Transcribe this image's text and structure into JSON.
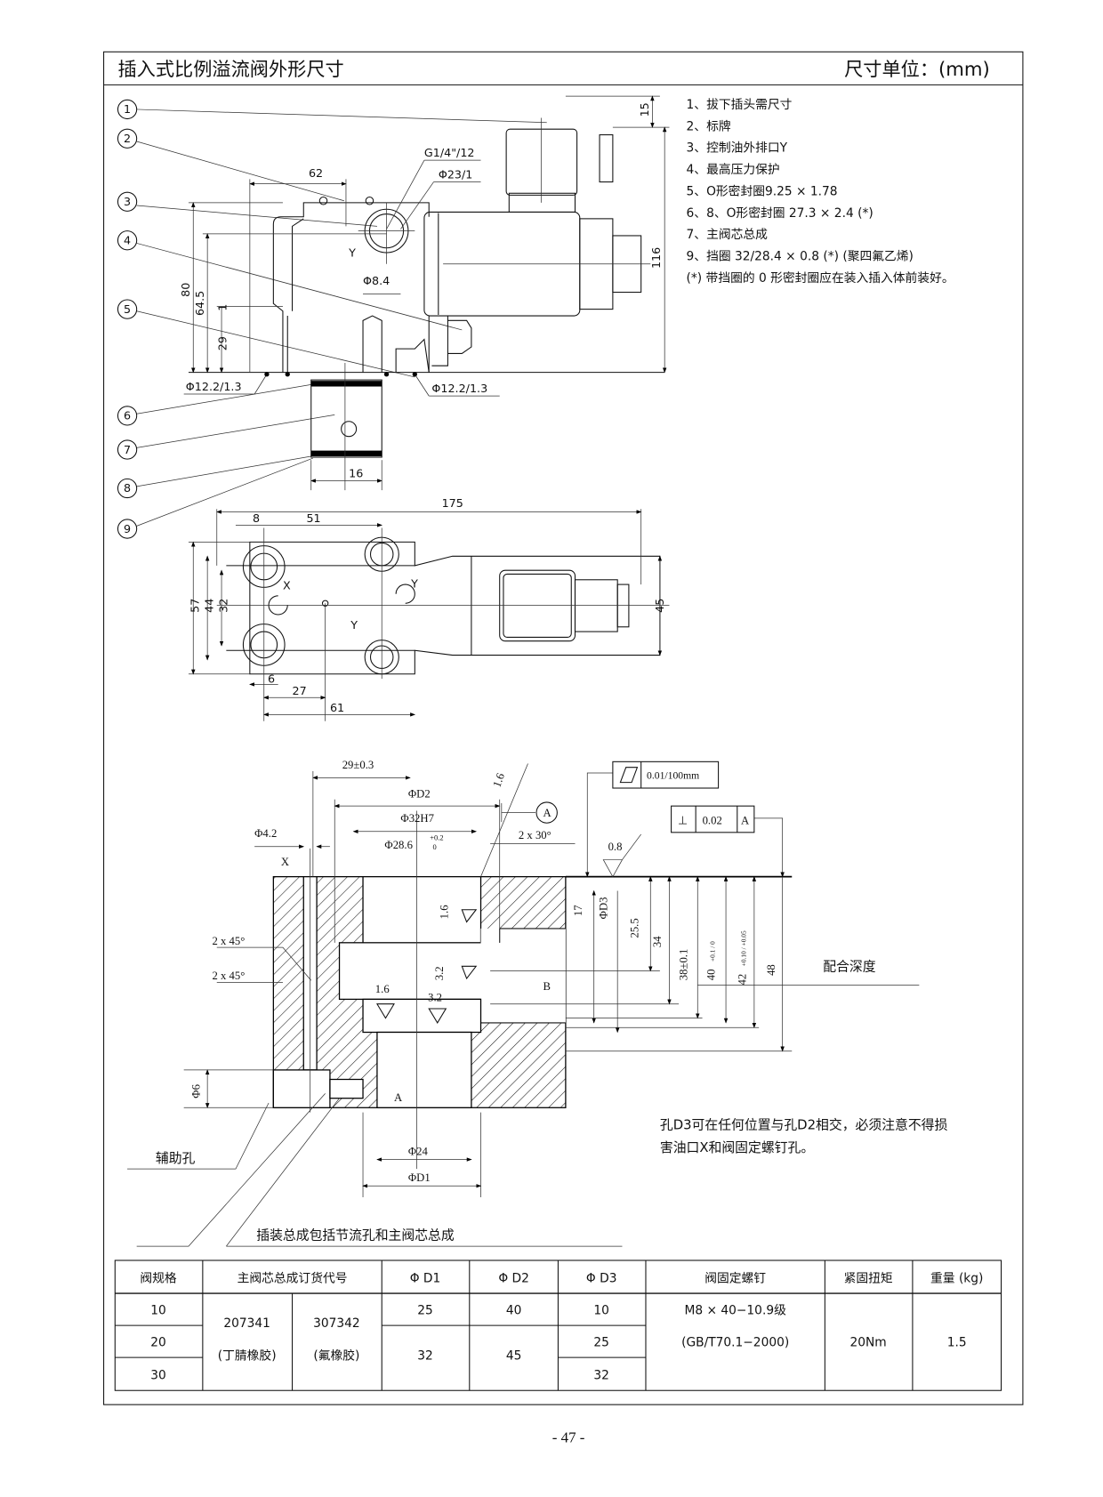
{
  "header": {
    "title": "插入式比例溢流阀外形尺寸",
    "unit": "尺寸单位：(mm)"
  },
  "notes": [
    "1、拔下插头需尺寸",
    "2、标牌",
    "3、控制油外排口Y",
    "4、最高压力保护",
    "5、O形密封圈9.25 × 1.78",
    "6、8、O形密封圈 27.3 × 2.4 (*)",
    "7、主阀芯总成",
    "9、挡圈 32/28.4 × 0.8 (*) (聚四氟乙烯)",
    "(*) 带挡圈的 0 形密封圈应在装入插入体前装好。"
  ],
  "balloons": [
    "1",
    "2",
    "3",
    "4",
    "5",
    "6",
    "7",
    "8",
    "9"
  ],
  "elevation": {
    "dim_15": "15",
    "dim_116": "116",
    "dim_62": "62",
    "dim_80": "80",
    "dim_64_5": "64.5",
    "dim_29": "29",
    "dim_1": "1",
    "phi_8_4": "Φ8.4",
    "thread": "G1/4\"/12",
    "phi_23": "Φ23/1",
    "port_y": "Y",
    "seal_left": "Φ12.2/1.3",
    "seal_right": "Φ12.2/1.3",
    "dim_16": "16"
  },
  "plan": {
    "dim_175": "175",
    "dim_8": "8",
    "dim_51": "51",
    "dim_57": "57",
    "dim_44": "44",
    "dim_32": "32",
    "dim_45": "45",
    "dim_6": "6",
    "dim_27": "27",
    "dim_61": "61",
    "port_x": "X",
    "port_y1": "Y",
    "port_y2": "Y"
  },
  "section": {
    "dim_29": "29±0.3",
    "phi_d2": "ΦD2",
    "phi_32h7": "Φ32H7",
    "phi_28_6": "Φ28.6",
    "tol_upper": "+0.2",
    "tol_lower": "0",
    "phi_4_2": "Φ4.2",
    "port_x": "X",
    "rough_1_6_top": "1.6",
    "datum_a": "A",
    "chamfer_30": "2 x 30°",
    "flatness_value": "0.01/100mm",
    "perp_symbol": "⊥",
    "perp_value": "0.02",
    "perp_datum": "A",
    "rough_0_8": "0.8",
    "chamfer_45_a": "2 x 45°",
    "chamfer_45_b": "2 x 45°",
    "rough_1_6_bore": "1.6",
    "rough_3_2_bore": "3.2",
    "rough_1_6_low": "1.6",
    "rough_3_2_low": "3.2",
    "port_b": "B",
    "port_a": "A",
    "dim_17": "17",
    "phi_d3": "ΦD3",
    "dim_25_5": "25.5",
    "dim_34": "34",
    "dim_38": "38±0.1",
    "dim_40": "40",
    "dim_40_tol": "+0.1 / 0",
    "dim_42": "42",
    "dim_42_tol": "+0.10 / +0.05",
    "dim_48": "48",
    "fit_depth": "配合深度",
    "phi_6": "Φ6",
    "phi_24": "Φ24",
    "phi_d1": "ΦD1",
    "aux_hole": "辅助孔",
    "assembly_note": "插装总成包括节流孔和主阀芯总成",
    "d3_note_1": "孔D3可在任何位置与孔D2相交，必须注意不得损",
    "d3_note_2": "害油口X和阀固定螺钉孔。"
  },
  "table": {
    "headers": [
      "阀规格",
      "主阀芯总成订货代号",
      "Φ D1",
      "Φ D2",
      "Φ D3",
      "阀固定螺钉",
      "紧固扭矩",
      "重量 (kg)"
    ],
    "sizes": [
      "10",
      "20",
      "30"
    ],
    "code_nbr": "207341",
    "code_nbr_material": "(丁腈橡胶)",
    "code_fkm": "307342",
    "code_fkm_material": "(氟橡胶)",
    "d1": [
      "25",
      "32"
    ],
    "d2": [
      "40",
      "45"
    ],
    "d3": [
      "10",
      "25",
      "32"
    ],
    "screw": "M8 × 40−10.9级",
    "screw_standard": "(GB/T70.1−2000)",
    "torque": "20Nm",
    "weight": "1.5"
  },
  "page_number": "- 47 -"
}
